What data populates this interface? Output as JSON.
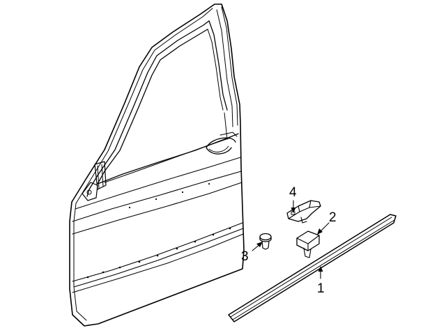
{
  "callouts": [
    {
      "id": "1",
      "part": "door-molding-strip"
    },
    {
      "id": "2",
      "part": "molding-retainer-clip"
    },
    {
      "id": "3",
      "part": "push-pin-fastener"
    },
    {
      "id": "4",
      "part": "molding-end-clip"
    }
  ]
}
